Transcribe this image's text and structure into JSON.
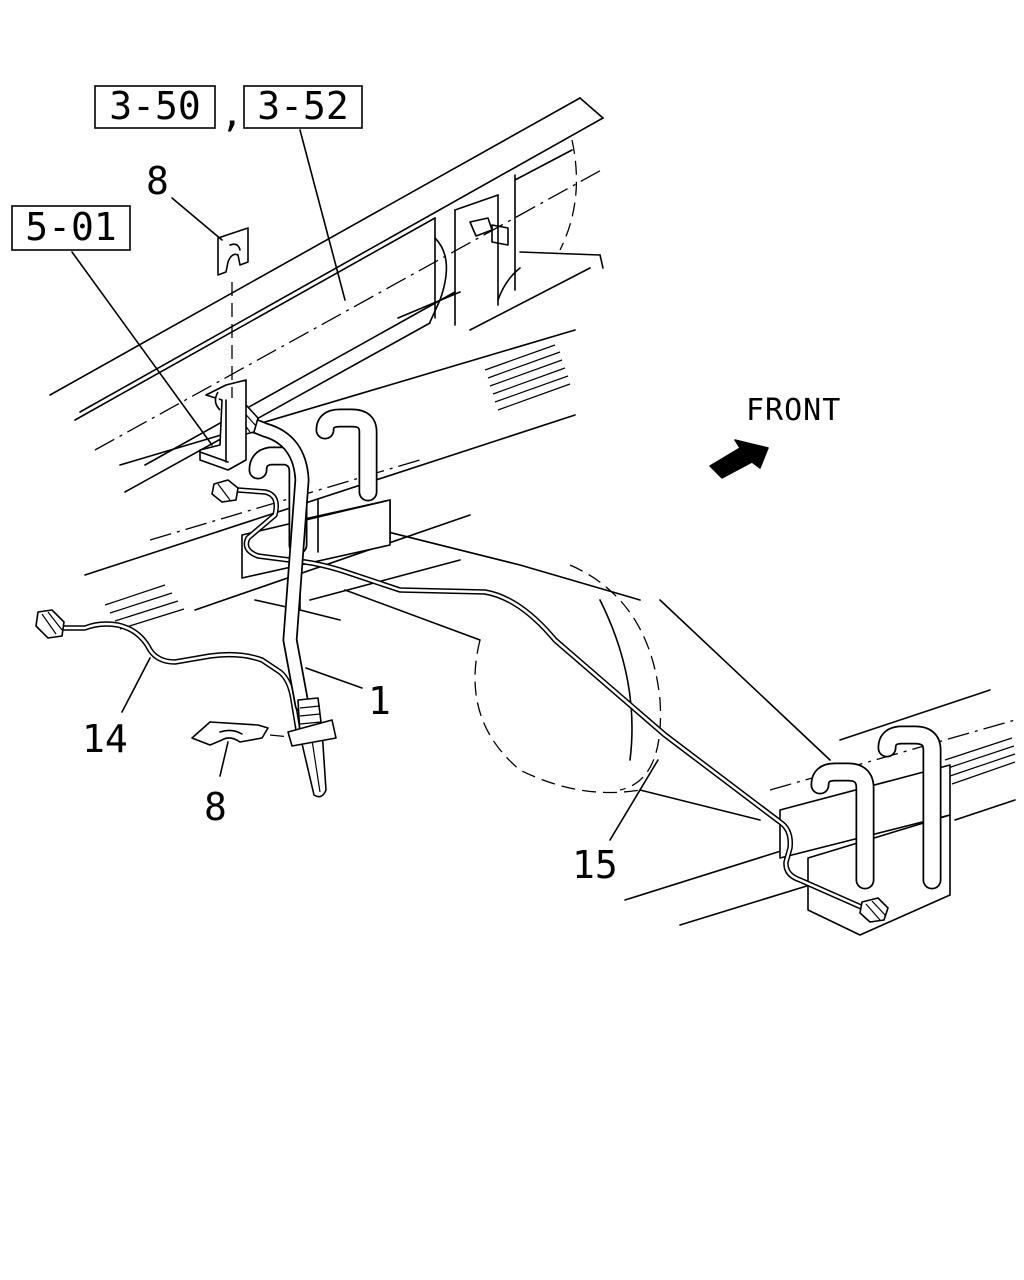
{
  "references": {
    "ref_1": "3-50",
    "separator": ",",
    "ref_2": "3-52",
    "ref_3": "5-01"
  },
  "direction_label": "FRONT",
  "callouts": {
    "clip_upper": "8",
    "hose": "1",
    "pipe_left": "14",
    "clip_lower": "8",
    "pipe_right": "15"
  }
}
